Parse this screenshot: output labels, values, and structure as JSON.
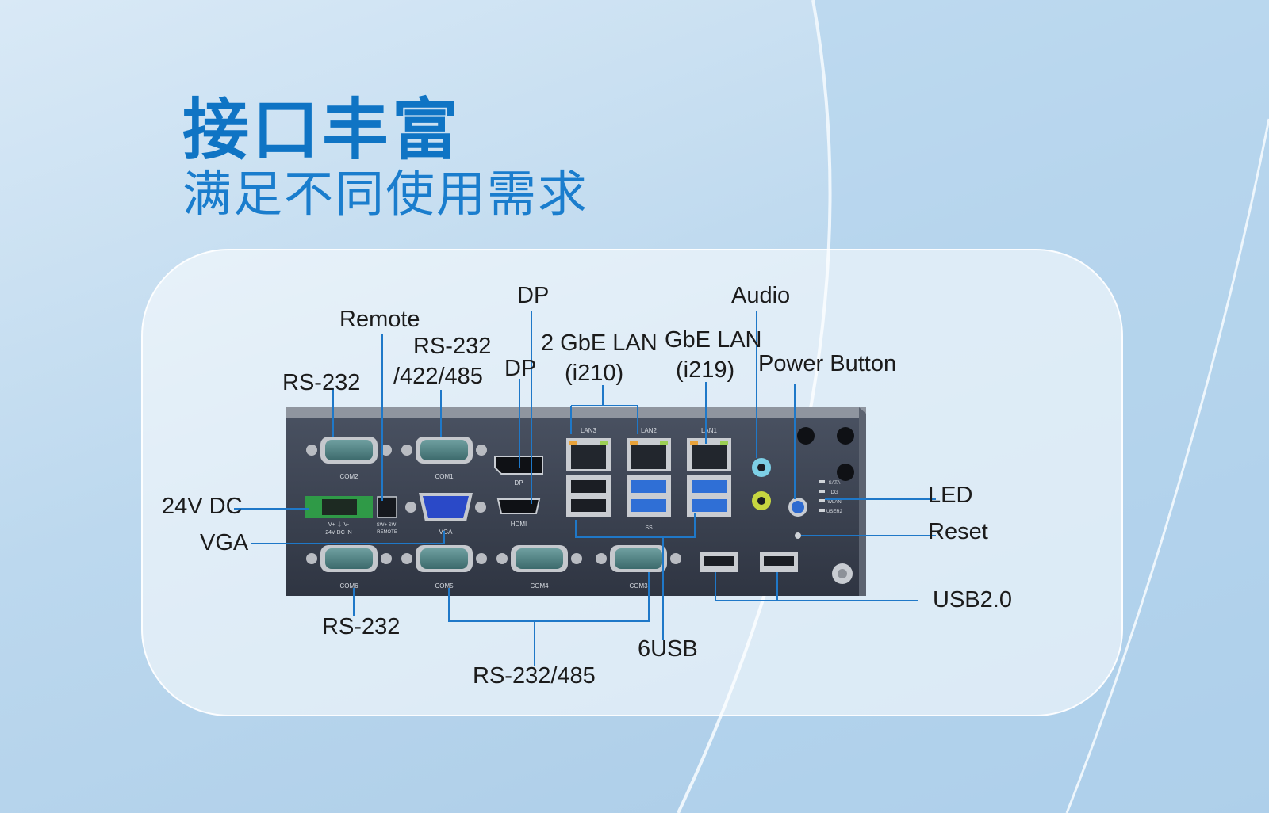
{
  "headline": {
    "title": "接口丰富",
    "subtitle": "满足不同使用需求"
  },
  "callouts": {
    "dp_top": "DP",
    "audio": "Audio",
    "remote": "Remote",
    "rs232_422_485_line1": "RS-232",
    "rs232_422_485_line2": "/422/485",
    "gbe2_line1": "2 GbE LAN",
    "gbe2_line2": "(i210)",
    "gbe1_line1": "GbE LAN",
    "gbe1_line2": "(i219)",
    "rs232_top": "RS-232",
    "dp_mid": "DP",
    "power_button": "Power Button",
    "dc24v": "24V DC",
    "vga": "VGA",
    "led": "LED",
    "reset": "Reset",
    "usb20": "USB2.0",
    "rs232_bottom": "RS-232",
    "usb6": "6USB",
    "rs232_485": "RS-232/485"
  },
  "panel_print": {
    "com2": "COM2",
    "com1": "COM1",
    "com6": "COM6",
    "com5": "COM5",
    "com4": "COM4",
    "com3": "COM3",
    "dp": "DP",
    "hdmi": "HDMI",
    "vga": "VGA",
    "lan1": "LAN1",
    "lan2": "LAN2",
    "lan3": "LAN3",
    "dc_terminal": "V+ ⏚ V-",
    "dc_terminal2": "24V DC IN",
    "remote": "SW+ SW-",
    "remote2": "REMOTE",
    "usb_ss": "SS",
    "led_sata": "SATA",
    "led_dg": "DG",
    "led_wlan": "WLAN",
    "led_user": "USER2"
  },
  "colors": {
    "title": "#0f74c4",
    "leader": "#1f78c8",
    "chassis": "#3b4250",
    "usb3": "#2f6fd6",
    "terminal": "#2f9a47",
    "vga": "#2a49c8"
  }
}
